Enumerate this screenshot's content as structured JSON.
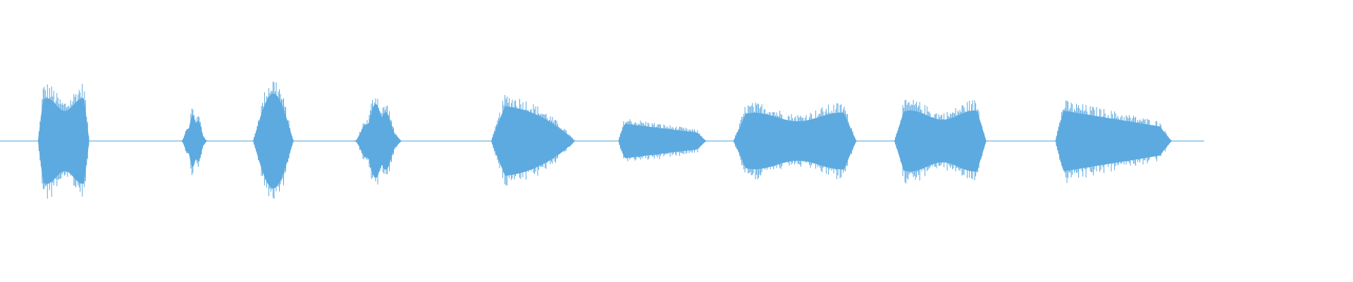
{
  "waveform": {
    "color": "#5DAAE0",
    "background": "#ffffff",
    "duration_fraction_with_audio": 0.89,
    "segments": [
      {
        "name": "segment-1",
        "start": 0.028,
        "end": 0.066,
        "peak": 0.38,
        "shape": "block"
      },
      {
        "name": "segment-2",
        "start": 0.134,
        "end": 0.153,
        "peak": 0.24,
        "shape": "spike"
      },
      {
        "name": "segment-3",
        "start": 0.187,
        "end": 0.217,
        "peak": 0.42,
        "shape": "spindle"
      },
      {
        "name": "segment-4",
        "start": 0.262,
        "end": 0.297,
        "peak": 0.34,
        "shape": "spike"
      },
      {
        "name": "segment-5",
        "start": 0.363,
        "end": 0.425,
        "peak": 0.3,
        "shape": "tapered"
      },
      {
        "name": "segment-6",
        "start": 0.457,
        "end": 0.522,
        "peak": 0.16,
        "shape": "decay"
      },
      {
        "name": "segment-7",
        "start": 0.542,
        "end": 0.633,
        "peak": 0.25,
        "shape": "block"
      },
      {
        "name": "segment-8",
        "start": 0.661,
        "end": 0.729,
        "peak": 0.27,
        "shape": "block"
      },
      {
        "name": "segment-9",
        "start": 0.78,
        "end": 0.866,
        "peak": 0.28,
        "shape": "decay"
      }
    ]
  }
}
